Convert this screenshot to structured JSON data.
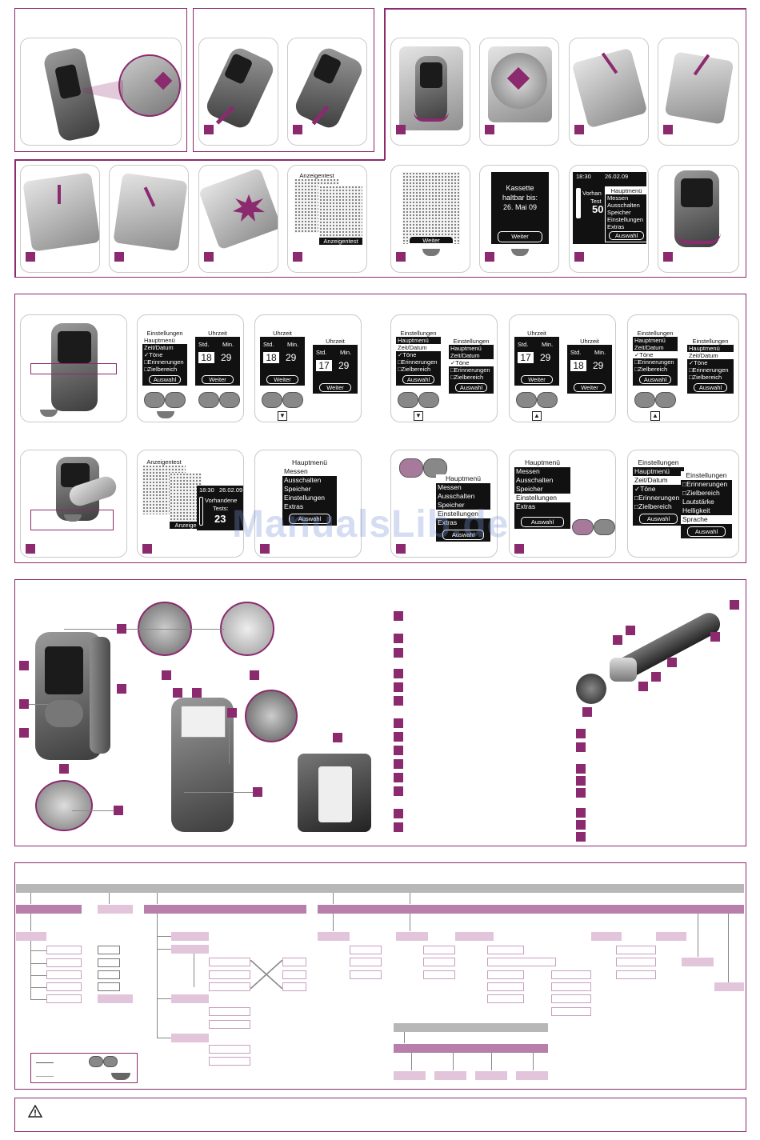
{
  "screens": {
    "anzeigentest": "Anzeigentest",
    "weiter": "Weiter",
    "kassette": [
      "Kassette",
      "haltbar bis:",
      "26. Mai 09"
    ],
    "time": "18:30",
    "date": "26.02.09",
    "vorhandene": "Vorhandene",
    "tests": "Tests:",
    "tests_count": "23",
    "tests_partial_a": "Vorhan",
    "tests_partial_b": "Test",
    "tests_partial_c": "50",
    "hauptmenue": "Hauptmenü",
    "menu": [
      "Messen",
      "Ausschalten",
      "Speicher",
      "Einstellungen",
      "Extras"
    ],
    "auswahl": "Auswahl",
    "einstellungen": "Einstellungen",
    "einst_items": [
      "Hauptmenü",
      "Zeit/Datum",
      "✓Töne",
      "□Erinnerungen",
      "□Zielbereich"
    ],
    "einst_items2": [
      "□Erinnerungen",
      "□Zielbereich",
      "Lautstärke",
      "Helligkeit",
      "Sprache"
    ],
    "uhrzeit": "Uhrzeit",
    "std": "Std.",
    "min": "Min.",
    "hour_18": "18",
    "hour_17": "17",
    "minute": "29",
    "anzeige_short": "Anzeige"
  },
  "watermark": "ManualsLib.de",
  "colors": {
    "accent": "#8b2a6e",
    "light_accent": "#e2c5db",
    "mid_accent": "#b77fa9",
    "gray": "#b7b7b7"
  },
  "icons": [
    "warning-icon",
    "arrow-down-icon",
    "arrow-up-icon"
  ]
}
